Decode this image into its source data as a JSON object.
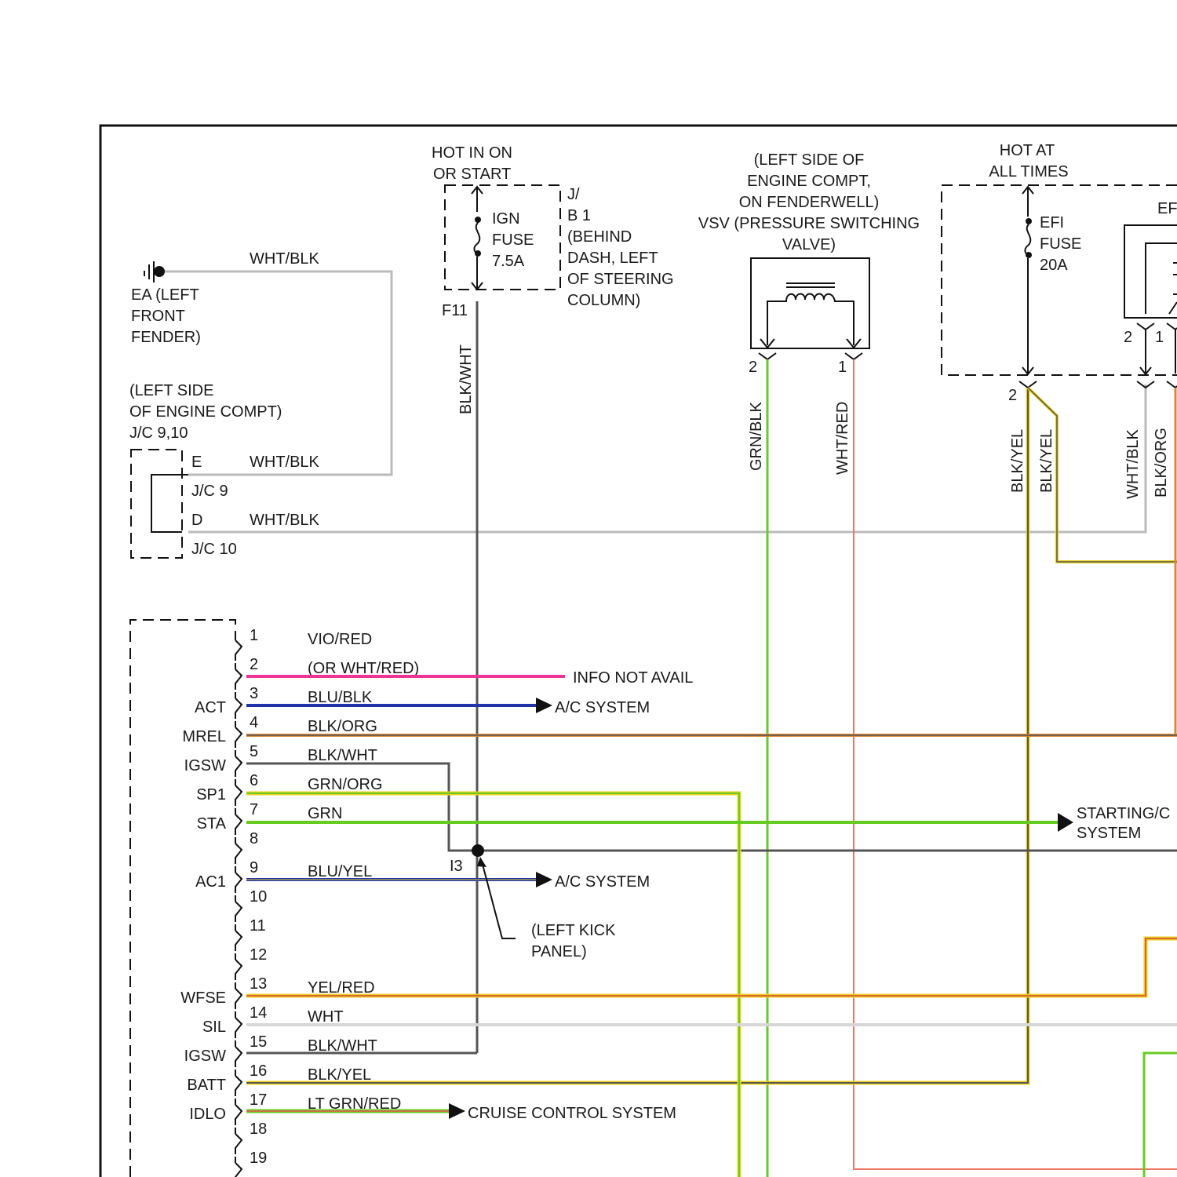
{
  "ground": {
    "label_lines": [
      "EA (LEFT",
      "FRONT",
      "FENDER)"
    ],
    "wire_top": "WHT/BLK"
  },
  "jc": {
    "location_lines": [
      "(LEFT SIDE",
      "OF ENGINE COMPT)",
      "J/C 9,10"
    ],
    "pin_e": "E",
    "wire_e": "WHT/BLK",
    "jc9": "J/C 9",
    "pin_d": "D",
    "wire_d": "WHT/BLK",
    "jc10": "J/C 10"
  },
  "ign_fuse": {
    "hot_lines": [
      "HOT IN ON",
      "OR START"
    ],
    "fuse_lines": [
      "IGN",
      "FUSE",
      "7.5A"
    ],
    "jb_lines": [
      "J/",
      "B 1",
      "(BEHIND",
      "DASH, LEFT",
      "OF STEERING",
      "COLUMN)"
    ],
    "terminal": "F11",
    "wire": "BLK/WHT"
  },
  "vsv": {
    "title_lines": [
      "(LEFT SIDE OF",
      "ENGINE COMPT,",
      "ON FENDERWELL)",
      "VSV (PRESSURE SWITCHING",
      "VALVE)"
    ],
    "pin_left": "2",
    "pin_right": "1",
    "wire_left": "GRN/BLK",
    "wire_right": "WHT/RED"
  },
  "efi": {
    "hot_lines": [
      "HOT AT",
      "ALL TIMES"
    ],
    "fuse_lines": [
      "EFI",
      "FUSE",
      "20A"
    ],
    "partial_label": "EF",
    "pin_bottom": "2",
    "pin_relay_2": "2",
    "pin_relay_1": "1",
    "wires": [
      "BLK/YEL",
      "BLK/YEL",
      "WHT/BLK",
      "BLK/ORG"
    ]
  },
  "ecm": {
    "pins": [
      {
        "num": "1",
        "name": "",
        "wire": "VIO/RED"
      },
      {
        "num": "2",
        "name": "",
        "wire": "(OR WHT/RED)"
      },
      {
        "num": "3",
        "name": "ACT",
        "wire": "BLU/BLK"
      },
      {
        "num": "4",
        "name": "MREL",
        "wire": "BLK/ORG"
      },
      {
        "num": "5",
        "name": "IGSW",
        "wire": "BLK/WHT"
      },
      {
        "num": "6",
        "name": "SP1",
        "wire": "GRN/ORG"
      },
      {
        "num": "7",
        "name": "STA",
        "wire": "GRN"
      },
      {
        "num": "8",
        "name": "",
        "wire": ""
      },
      {
        "num": "9",
        "name": "AC1",
        "wire": "BLU/YEL"
      },
      {
        "num": "10",
        "name": "",
        "wire": ""
      },
      {
        "num": "11",
        "name": "",
        "wire": ""
      },
      {
        "num": "12",
        "name": "",
        "wire": ""
      },
      {
        "num": "13",
        "name": "WFSE",
        "wire": "YEL/RED"
      },
      {
        "num": "14",
        "name": "SIL",
        "wire": "WHT"
      },
      {
        "num": "15",
        "name": "IGSW",
        "wire": "BLK/WHT"
      },
      {
        "num": "16",
        "name": "BATT",
        "wire": "BLK/YEL"
      },
      {
        "num": "17",
        "name": "IDLO",
        "wire": "LT GRN/RED"
      },
      {
        "num": "18",
        "name": "",
        "wire": ""
      },
      {
        "num": "19",
        "name": "",
        "wire": ""
      }
    ]
  },
  "destinations": {
    "info": "INFO NOT AVAIL",
    "ac_1": "A/C SYSTEM",
    "starting_lines": [
      "STARTING/C",
      "SYSTEM"
    ],
    "ac_2": "A/C SYSTEM",
    "cruise": "CRUISE CONTROL SYSTEM"
  },
  "splice": {
    "id": "I3",
    "location_lines": [
      "(LEFT KICK",
      "PANEL)"
    ]
  },
  "colors": {
    "wht": "#c8c8c8",
    "blk": "#555555",
    "grn": "#66cc22",
    "yel": "#e8d020",
    "red": "#ee7766",
    "pink": "#ee3399",
    "blue": "#2233aa",
    "orange": "#dd8833"
  }
}
